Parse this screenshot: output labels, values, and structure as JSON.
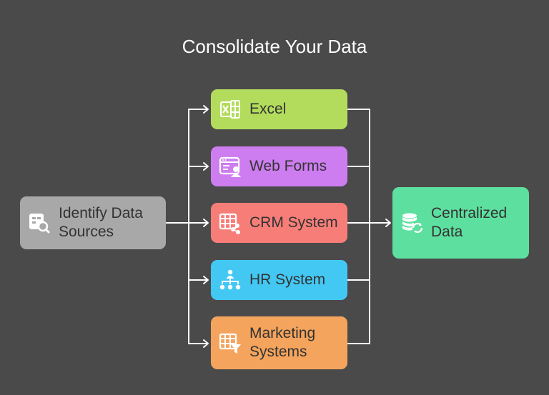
{
  "title": "Consolidate Your Data",
  "source": {
    "label": "Identify Data Sources",
    "icon": "data-search-icon",
    "color": "#a8a8a8"
  },
  "systems": [
    {
      "label": "Excel",
      "icon": "excel-icon",
      "color": "#b3dc5c"
    },
    {
      "label": "Web Forms",
      "icon": "web-form-icon",
      "color": "#cd7df0"
    },
    {
      "label": "CRM System",
      "icon": "crm-icon",
      "color": "#f77e78"
    },
    {
      "label": "HR System",
      "icon": "org-chart-icon",
      "color": "#43c8f3"
    },
    {
      "label": "Marketing Systems",
      "icon": "marketing-filter-icon",
      "color": "#f4a45c"
    }
  ],
  "destination": {
    "label": "Centralized Data",
    "icon": "database-sync-icon",
    "color": "#5ddf9f"
  },
  "colors": {
    "background": "#4a4a4a",
    "connector": "#ffffff"
  }
}
